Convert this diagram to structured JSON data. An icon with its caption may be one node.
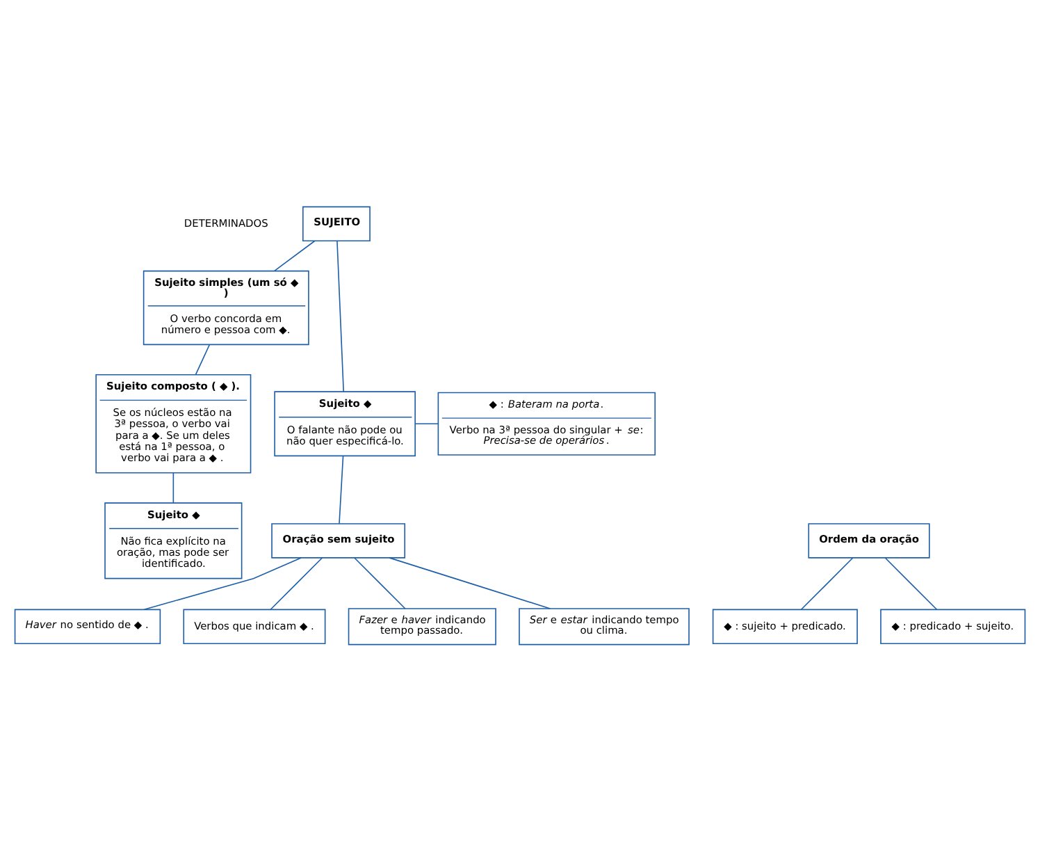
{
  "diagram": {
    "nodes": [
      {
        "text": [
          "SUJEITO"
        ]
      },
      {
        "text": [
          "Sujeito simples (um só ◆ )",
          "O verbo concorda em número e pessoa com ◆."
        ]
      },
      {
        "text": [
          "Sujeito ◆",
          "O falante não pode ou não quer especificá-lo."
        ]
      },
      {
        "text": [
          "◆ : *Bateram na porta*.",
          "Verbo na 3ª pessoa do singular + *se*: *Precisa-se de operários*."
        ]
      },
      {
        "text": [
          "Sujeito composto ( ◆ ).",
          "Se os núcleos estão na 3ª pessoa, o verbo vai para a ◆. Se um deles está na 1ª pessoa, o verbo vai para a ◆ ."
        ]
      },
      {
        "text": [
          "Sujeito ◆",
          "Não fica explícito na oração, mas pode ser identificado."
        ]
      },
      {
        "text": [
          "Oração sem sujeito"
        ]
      },
      {
        "text": [
          "*Haver* no sentido de ◆ ."
        ]
      },
      {
        "text": [
          "Verbos que indicam ◆ ."
        ]
      },
      {
        "text": [
          "*Fazer* e *haver* indicando tempo passado."
        ]
      },
      {
        "text": [
          "*Ser* e *estar* indicando tempo ou clima."
        ]
      },
      {
        "text": [
          "Ordem da oração"
        ]
      },
      {
        "text": [
          "◆ : sujeito + predicado."
        ]
      },
      {
        "text": [
          "◆ : predicado + sujeito."
        ]
      }
    ],
    "edges": [
      {
        "from": 0,
        "to": 1,
        "arrow": "none"
      },
      {
        "from": 0,
        "to": 2,
        "arrow": "none"
      },
      {
        "from": 2,
        "to": 3,
        "arrow": "none"
      },
      {
        "from": 1,
        "to": 4,
        "arrow": "none"
      },
      {
        "from": 2,
        "to": 6,
        "arrow": "none"
      },
      {
        "from": 6,
        "to": 7,
        "arrow": "none"
      },
      {
        "from": 6,
        "to": 8,
        "arrow": "none"
      },
      {
        "from": 6,
        "to": 9,
        "arrow": "none"
      },
      {
        "from": 6,
        "to": 10,
        "arrow": "none"
      },
      {
        "from": 4,
        "to": 5,
        "arrow": "none"
      },
      {
        "from": 11,
        "to": 12,
        "arrow": "none"
      },
      {
        "from": 11,
        "to": 13,
        "arrow": "none"
      }
    ],
    "labels": [
      "DETERMINADOS"
    ]
  }
}
